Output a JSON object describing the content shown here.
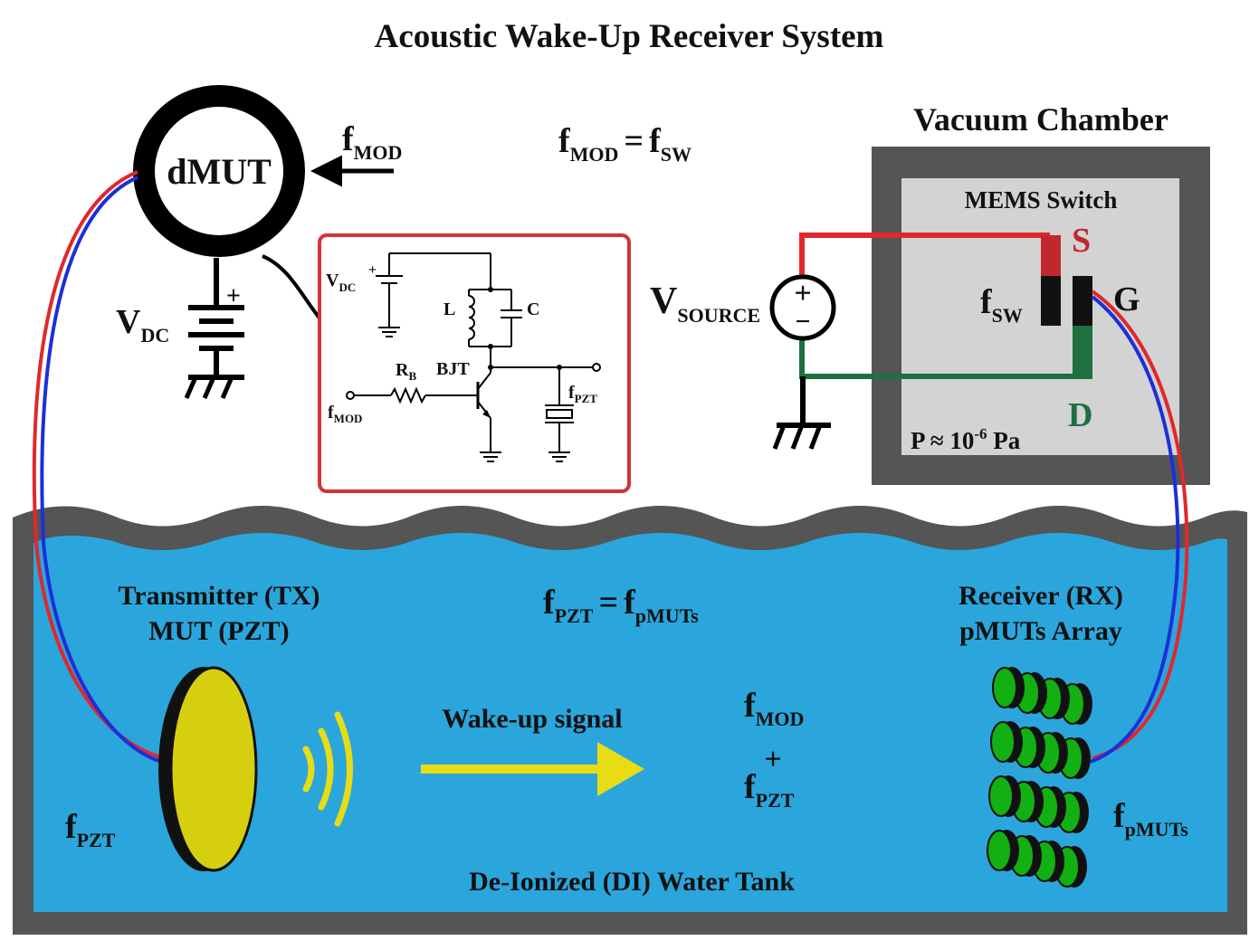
{
  "title": "Acoustic Wake-Up Receiver System",
  "dmut": {
    "label": "dMUT",
    "input_f": "f",
    "input_sub": "MOD",
    "vdc_v": "V",
    "vdc_sub": "DC",
    "vdc_plus": "+"
  },
  "relation_top": {
    "f1": "f",
    "s1": "MOD",
    "eq": "=",
    "f2": "f",
    "s2": "SW"
  },
  "circuit": {
    "vdc_v": "V",
    "vdc_sub": "DC",
    "vdc_plus": "+",
    "inductor": "L",
    "capacitor": "C",
    "resistor_r": "R",
    "resistor_sub": "B",
    "transistor": "BJT",
    "in_f": "f",
    "in_sub": "MOD",
    "out_f": "f",
    "out_sub": "PZT"
  },
  "source": {
    "v": "V",
    "sub": "SOURCE",
    "plus": "+",
    "minus": "−"
  },
  "chamber": {
    "title": "Vacuum Chamber",
    "switch_label": "MEMS Switch",
    "s": "S",
    "g": "G",
    "d": "D",
    "fsw_f": "f",
    "fsw_sub": "SW",
    "pressure_p": "P ≈ 10",
    "pressure_exp": "-6",
    "pressure_unit": " Pa"
  },
  "tank": {
    "label": "De-Ionized (DI) Water Tank",
    "tx_line1": "Transmitter (TX)",
    "tx_line2": "MUT (PZT)",
    "rx_line1": "Receiver (RX)",
    "rx_line2": "pMUTs Array",
    "relation": {
      "f1": "f",
      "s1": "PZT",
      "eq": "=",
      "f2": "f",
      "s2": "pMUTs"
    },
    "wake_label": "Wake-up signal",
    "mix_f1": "f",
    "mix_s1": "MOD",
    "mix_plus": "+",
    "mix_f2": "f",
    "mix_s2": "PZT",
    "tx_f": "f",
    "tx_sub": "PZT",
    "rx_f": "f",
    "rx_sub": "pMUTs"
  },
  "colors": {
    "water": "#2aa6dc",
    "tank_wall": "#555555",
    "chamber_outer": "#555555",
    "chamber_inner": "#d3d3d3",
    "red_wire": "#e0282c",
    "blue_wire": "#1d2fd8",
    "green_wire": "#1e7040",
    "box_border": "#d0343c",
    "disc_yellow": "#d6cf10",
    "pmut_green": "#12b012",
    "s_red": "#c0282e",
    "d_green": "#1e7040"
  }
}
